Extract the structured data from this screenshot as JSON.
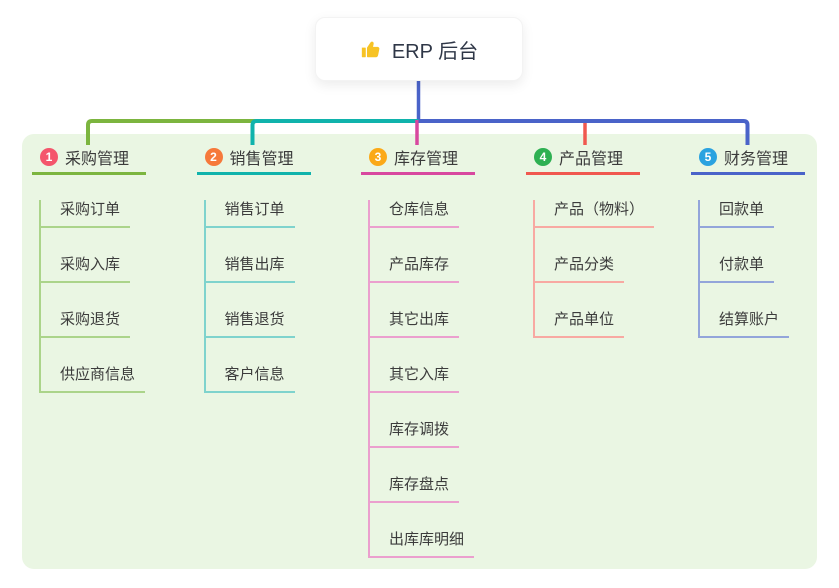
{
  "root": {
    "title": "ERP 后台",
    "icon": "thumbs-up-icon",
    "icon_color": "#f7c325"
  },
  "panel": {
    "background": "#eaf6e3"
  },
  "root_line_color": "#4a63c9",
  "branches": [
    {
      "index": "1",
      "label": "采购管理",
      "badge_color": "#f4566c",
      "line_color": "#7cb53f",
      "child_line_color": "#abd48a",
      "children": [
        "采购订单",
        "采购入库",
        "采购退货",
        "供应商信息"
      ]
    },
    {
      "index": "2",
      "label": "销售管理",
      "badge_color": "#f6793b",
      "line_color": "#10b3ac",
      "child_line_color": "#7fd3cd",
      "children": [
        "销售订单",
        "销售出库",
        "销售退货",
        "客户信息"
      ]
    },
    {
      "index": "3",
      "label": "库存管理",
      "badge_color": "#fba918",
      "line_color": "#d8489f",
      "child_line_color": "#eb9fce",
      "children": [
        "仓库信息",
        "产品库存",
        "其它出库",
        "其它入库",
        "库存调拨",
        "库存盘点",
        "出库库明细"
      ]
    },
    {
      "index": "4",
      "label": "产品管理",
      "badge_color": "#2eb052",
      "line_color": "#f0584f",
      "child_line_color": "#f8a9a2",
      "children": [
        "产品（物料）",
        "产品分类",
        "产品单位"
      ]
    },
    {
      "index": "5",
      "label": "财务管理",
      "badge_color": "#2aa2e0",
      "line_color": "#4a63c9",
      "child_line_color": "#93a5da",
      "children": [
        "回款单",
        "付款单",
        "结算账户"
      ]
    }
  ]
}
